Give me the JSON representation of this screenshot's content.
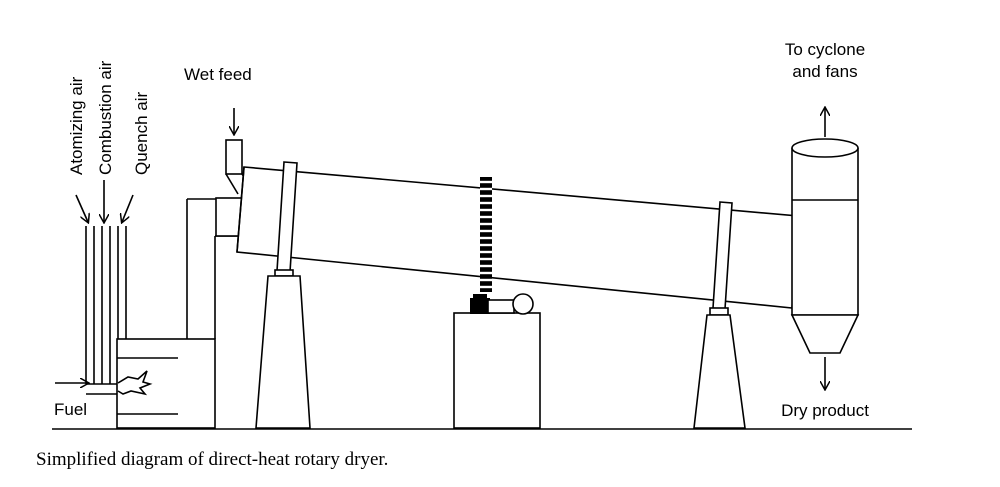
{
  "labels": {
    "atomizing_air": "Atomizing air",
    "combustion_air": "Combustion air",
    "quench_air": "Quench air",
    "wet_feed": "Wet feed",
    "to_cyclone_line1": "To cyclone",
    "to_cyclone_line2": "and fans",
    "fuel": "Fuel",
    "dry_product": "Dry product"
  },
  "caption": "Simplified diagram of direct-heat rotary dryer."
}
